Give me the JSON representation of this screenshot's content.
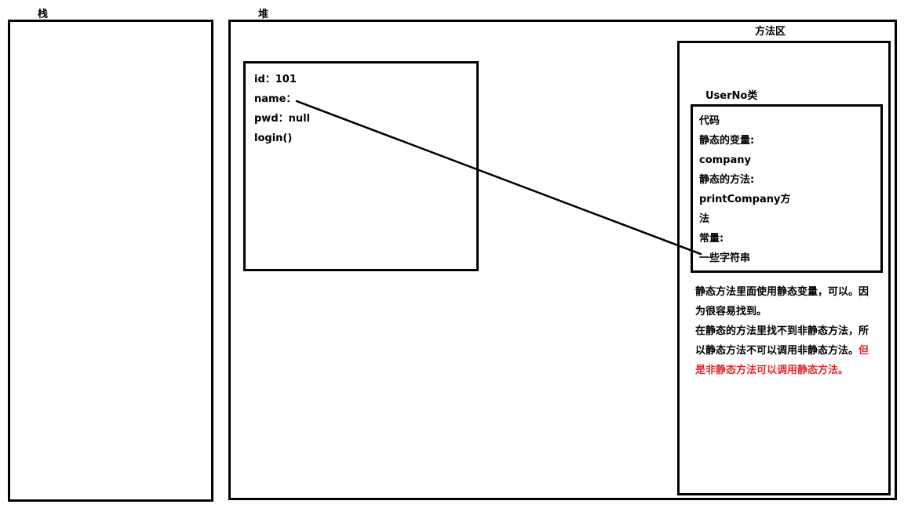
{
  "regions": {
    "stack_label": "栈",
    "heap_label": "堆",
    "method_area_label": "方法区"
  },
  "heap_object": {
    "fields": [
      "id：101",
      "name：",
      "pwd：null",
      "login()"
    ]
  },
  "class_info": {
    "title": "UserNo类",
    "lines": [
      "代码",
      "静态的变量:",
      "company",
      "静态的方法:",
      "printCompany方",
      "法",
      "常量:",
      "一些字符串"
    ]
  },
  "note": {
    "part1": "静态方法里面使用静态变量，可以。因为很容易找到。",
    "part2": "在静态的方法里找不到非静态方法，所以静态方法不可以调用非静态方法。",
    "highlight": "但是非静态方法可以调用静态方法。",
    "highlight_color": "#e8262a"
  }
}
